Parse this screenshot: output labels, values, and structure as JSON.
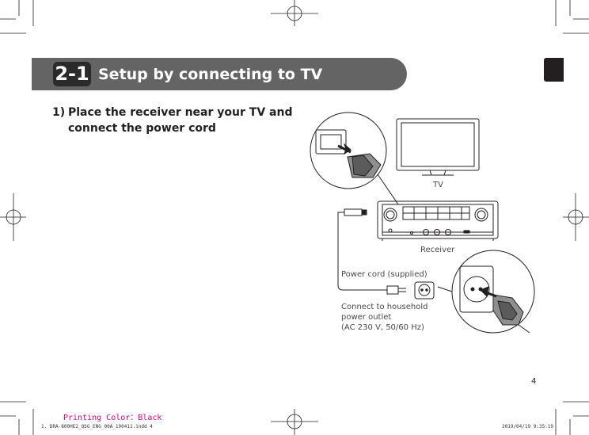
{
  "section": {
    "number": "2-1",
    "title": "Setup by connecting to TV"
  },
  "step": {
    "number": "1)",
    "text": "Place the receiver near your TV and connect the power cord"
  },
  "illustration": {
    "tv_label": "TV",
    "receiver_label": "Receiver",
    "power_cord_label": "Power cord (supplied)",
    "outlet_label_lines": [
      "Connect to household",
      "power outlet",
      "(AC 230 V, 50/60 Hz)"
    ]
  },
  "page_number": "4",
  "printing_color": "Printing Color：Black",
  "footer": {
    "file_name": "1. DRA-800HE2_QSG_ENG_00A_190411.indd   4",
    "timestamp": "2019/04/19   9:35:19"
  },
  "colors": {
    "banner": "#646464",
    "badge": "#2a2a2a",
    "print_color_text": "#e6007e"
  }
}
